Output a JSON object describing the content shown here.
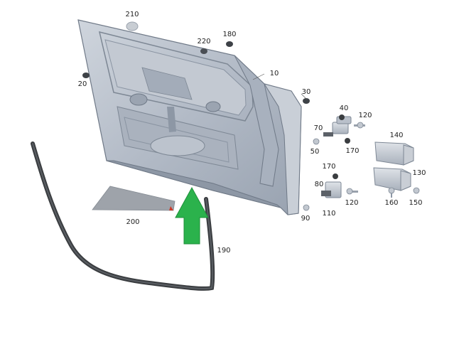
{
  "diagram": {
    "labels": {
      "l210": "210",
      "l220": "220",
      "l180": "180",
      "l20": "20",
      "l10": "10",
      "l30": "30",
      "l40": "40",
      "l120a": "120",
      "l70": "70",
      "l170a": "170",
      "l50": "50",
      "l140": "140",
      "l130": "130",
      "l170b": "170",
      "l80": "80",
      "l120b": "120",
      "l110": "110",
      "l90": "90",
      "l160": "160",
      "l150": "150",
      "l200": "200",
      "l190": "190"
    },
    "colors": {
      "door": "#b4bcc8",
      "door_dark": "#8d97a5",
      "door_edge": "#6f7987",
      "seal": "#3a3d40",
      "arrow": "#2bb24c",
      "trim_panel": "#9ea3aa",
      "hinge": "#c6ccd4"
    }
  }
}
